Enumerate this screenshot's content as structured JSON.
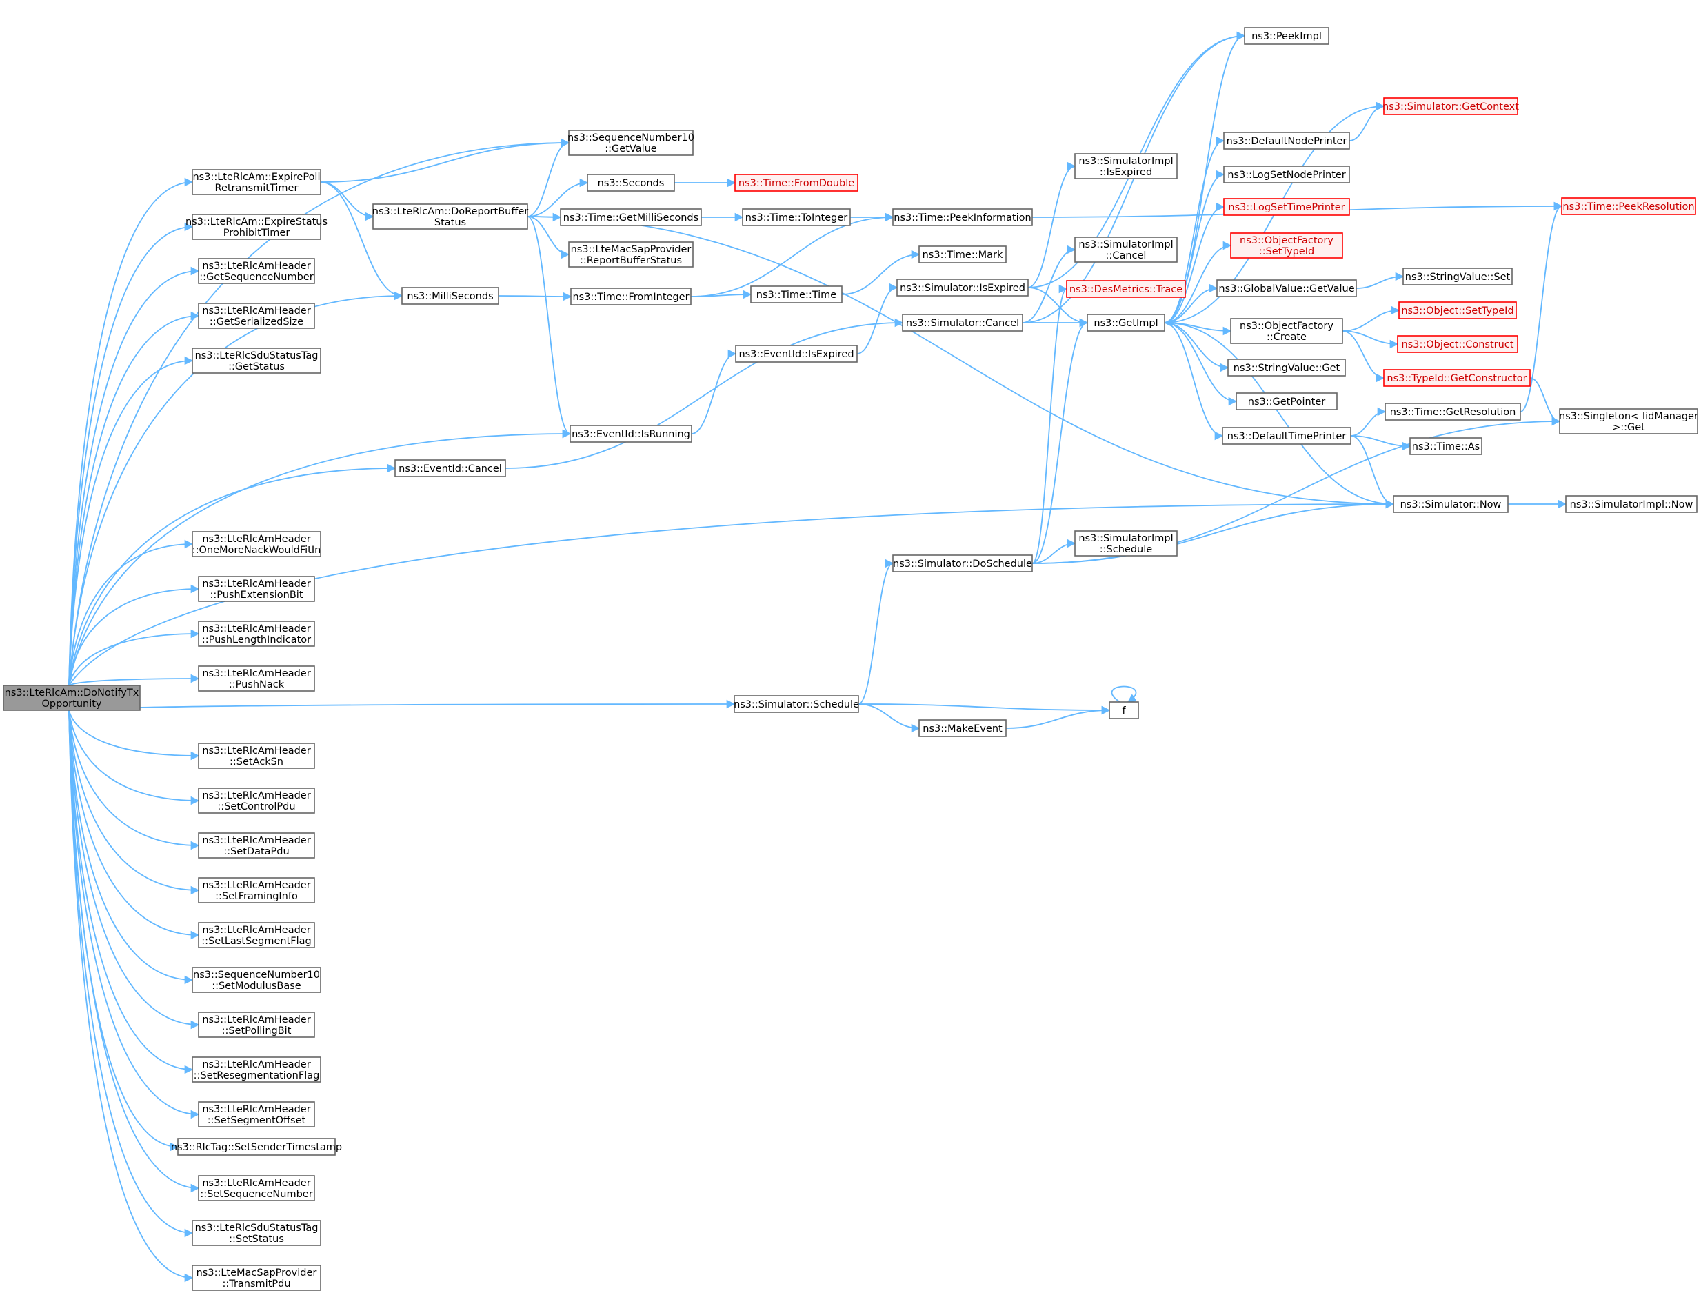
{
  "graph": {
    "edge_color": "#63b8ff",
    "node_border_color": "#666666",
    "highlight_border_color": "#ff0000",
    "root_fill_color": "#999999",
    "nodes": [
      {
        "id": "root",
        "lines": [
          "ns3::LteRlcAm::DoNotifyTx",
          "Opportunity"
        ],
        "style": "root"
      },
      {
        "id": "expirePoll",
        "lines": [
          "ns3::LteRlcAm::ExpirePoll",
          "RetransmitTimer"
        ]
      },
      {
        "id": "expireStatus",
        "lines": [
          "ns3::LteRlcAm::ExpireStatus",
          "ProhibitTimer"
        ]
      },
      {
        "id": "getSeqNum",
        "lines": [
          "ns3::LteRlcAmHeader",
          "::GetSequenceNumber"
        ]
      },
      {
        "id": "getSerSize",
        "lines": [
          "ns3::LteRlcAmHeader",
          "::GetSerializedSize"
        ]
      },
      {
        "id": "sduGetStatus",
        "lines": [
          "ns3::LteRlcSduStatusTag",
          "::GetStatus"
        ]
      },
      {
        "id": "oneMore",
        "lines": [
          "ns3::LteRlcAmHeader",
          "::OneMoreNackWouldFitIn"
        ]
      },
      {
        "id": "pushExt",
        "lines": [
          "ns3::LteRlcAmHeader",
          "::PushExtensionBit"
        ]
      },
      {
        "id": "pushLen",
        "lines": [
          "ns3::LteRlcAmHeader",
          "::PushLengthIndicator"
        ]
      },
      {
        "id": "pushNack",
        "lines": [
          "ns3::LteRlcAmHeader",
          "::PushNack"
        ]
      },
      {
        "id": "setAckSn",
        "lines": [
          "ns3::LteRlcAmHeader",
          "::SetAckSn"
        ]
      },
      {
        "id": "setCtrl",
        "lines": [
          "ns3::LteRlcAmHeader",
          "::SetControlPdu"
        ]
      },
      {
        "id": "setData",
        "lines": [
          "ns3::LteRlcAmHeader",
          "::SetDataPdu"
        ]
      },
      {
        "id": "setFraming",
        "lines": [
          "ns3::LteRlcAmHeader",
          "::SetFramingInfo"
        ]
      },
      {
        "id": "setLastSeg",
        "lines": [
          "ns3::LteRlcAmHeader",
          "::SetLastSegmentFlag"
        ]
      },
      {
        "id": "setModulus",
        "lines": [
          "ns3::SequenceNumber10",
          "::SetModulusBase"
        ]
      },
      {
        "id": "setPolling",
        "lines": [
          "ns3::LteRlcAmHeader",
          "::SetPollingBit"
        ]
      },
      {
        "id": "setReseg",
        "lines": [
          "ns3::LteRlcAmHeader",
          "::SetResegmentationFlag"
        ]
      },
      {
        "id": "setSegOff",
        "lines": [
          "ns3::LteRlcAmHeader",
          "::SetSegmentOffset"
        ]
      },
      {
        "id": "setSender",
        "lines": [
          "ns3::RlcTag::SetSenderTimestamp"
        ]
      },
      {
        "id": "setSeqNum",
        "lines": [
          "ns3::LteRlcAmHeader",
          "::SetSequenceNumber"
        ]
      },
      {
        "id": "sduSetStatus",
        "lines": [
          "ns3::LteRlcSduStatusTag",
          "::SetStatus"
        ]
      },
      {
        "id": "transmitPdu",
        "lines": [
          "ns3::LteMacSapProvider",
          "::TransmitPdu"
        ]
      },
      {
        "id": "doReport",
        "lines": [
          "ns3::LteRlcAm::DoReportBuffer",
          "Status"
        ]
      },
      {
        "id": "milli",
        "lines": [
          "ns3::MilliSeconds"
        ]
      },
      {
        "id": "eventCancel",
        "lines": [
          "ns3::EventId::Cancel"
        ]
      },
      {
        "id": "seqGetValue",
        "lines": [
          "ns3::SequenceNumber10",
          "::GetValue"
        ]
      },
      {
        "id": "seconds",
        "lines": [
          "ns3::Seconds"
        ]
      },
      {
        "id": "getMilli",
        "lines": [
          "ns3::Time::GetMilliSeconds"
        ]
      },
      {
        "id": "reportBuf",
        "lines": [
          "ns3::LteMacSapProvider",
          "::ReportBufferStatus"
        ]
      },
      {
        "id": "fromInteger",
        "lines": [
          "ns3::Time::FromInteger"
        ]
      },
      {
        "id": "isRunning",
        "lines": [
          "ns3::EventId::IsRunning"
        ]
      },
      {
        "id": "schedule",
        "lines": [
          "ns3::Simulator::Schedule"
        ]
      },
      {
        "id": "fromDouble",
        "lines": [
          "ns3::Time::FromDouble"
        ],
        "style": "red"
      },
      {
        "id": "toInteger",
        "lines": [
          "ns3::Time::ToInteger"
        ]
      },
      {
        "id": "timeTime",
        "lines": [
          "ns3::Time::Time"
        ]
      },
      {
        "id": "eventIsExpired",
        "lines": [
          "ns3::EventId::IsExpired"
        ]
      },
      {
        "id": "makeEvent",
        "lines": [
          "ns3::MakeEvent"
        ]
      },
      {
        "id": "peekInfo",
        "lines": [
          "ns3::Time::PeekInformation"
        ]
      },
      {
        "id": "timeMark",
        "lines": [
          "ns3::Time::Mark"
        ]
      },
      {
        "id": "simIsExpired",
        "lines": [
          "ns3::Simulator::IsExpired"
        ]
      },
      {
        "id": "simCancel",
        "lines": [
          "ns3::Simulator::Cancel"
        ]
      },
      {
        "id": "doSchedule",
        "lines": [
          "ns3::Simulator::DoSchedule"
        ]
      },
      {
        "id": "implIsExpired",
        "lines": [
          "ns3::SimulatorImpl",
          "::IsExpired"
        ]
      },
      {
        "id": "implCancel",
        "lines": [
          "ns3::SimulatorImpl",
          "::Cancel"
        ]
      },
      {
        "id": "desTrace",
        "lines": [
          "ns3::DesMetrics::Trace"
        ],
        "style": "red"
      },
      {
        "id": "getImpl",
        "lines": [
          "ns3::GetImpl"
        ]
      },
      {
        "id": "implSchedule",
        "lines": [
          "ns3::SimulatorImpl",
          "::Schedule"
        ]
      },
      {
        "id": "f",
        "lines": [
          "f"
        ]
      },
      {
        "id": "peekImpl",
        "lines": [
          "ns3::PeekImpl"
        ]
      },
      {
        "id": "defNodePrinter",
        "lines": [
          "ns3::DefaultNodePrinter"
        ]
      },
      {
        "id": "logSetNode",
        "lines": [
          "ns3::LogSetNodePrinter"
        ]
      },
      {
        "id": "logSetTime",
        "lines": [
          "ns3::LogSetTimePrinter"
        ],
        "style": "red"
      },
      {
        "id": "ofSetTypeId",
        "lines": [
          "ns3::ObjectFactory",
          "::SetTypeId"
        ],
        "style": "red"
      },
      {
        "id": "gvGetValue",
        "lines": [
          "ns3::GlobalValue::GetValue"
        ]
      },
      {
        "id": "ofCreate",
        "lines": [
          "ns3::ObjectFactory",
          "::Create"
        ]
      },
      {
        "id": "svGet",
        "lines": [
          "ns3::StringValue::Get"
        ]
      },
      {
        "id": "getPointer",
        "lines": [
          "ns3::GetPointer"
        ]
      },
      {
        "id": "defTimePrinter",
        "lines": [
          "ns3::DefaultTimePrinter"
        ]
      },
      {
        "id": "simNow",
        "lines": [
          "ns3::Simulator::Now"
        ]
      },
      {
        "id": "simGetContext",
        "lines": [
          "ns3::Simulator::GetContext"
        ],
        "style": "red"
      },
      {
        "id": "svSet",
        "lines": [
          "ns3::StringValue::Set"
        ]
      },
      {
        "id": "objSetTypeId",
        "lines": [
          "ns3::Object::SetTypeId"
        ],
        "style": "red"
      },
      {
        "id": "objConstruct",
        "lines": [
          "ns3::Object::Construct"
        ],
        "style": "red"
      },
      {
        "id": "getCtor",
        "lines": [
          "ns3::TypeId::GetConstructor"
        ],
        "style": "red"
      },
      {
        "id": "getRes",
        "lines": [
          "ns3::Time::GetResolution"
        ]
      },
      {
        "id": "timeAs",
        "lines": [
          "ns3::Time::As"
        ]
      },
      {
        "id": "peekRes",
        "lines": [
          "ns3::Time::PeekResolution"
        ],
        "style": "red"
      },
      {
        "id": "singleton",
        "lines": [
          "ns3::Singleton< IidManager",
          ">::Get"
        ]
      },
      {
        "id": "implNow",
        "lines": [
          "ns3::SimulatorImpl::Now"
        ]
      }
    ],
    "edges": [
      [
        "root",
        "expirePoll"
      ],
      [
        "root",
        "expireStatus"
      ],
      [
        "root",
        "getSeqNum"
      ],
      [
        "root",
        "getSerSize"
      ],
      [
        "root",
        "sduGetStatus"
      ],
      [
        "root",
        "oneMore"
      ],
      [
        "root",
        "pushExt"
      ],
      [
        "root",
        "pushLen"
      ],
      [
        "root",
        "pushNack"
      ],
      [
        "root",
        "setAckSn"
      ],
      [
        "root",
        "setCtrl"
      ],
      [
        "root",
        "setData"
      ],
      [
        "root",
        "setFraming"
      ],
      [
        "root",
        "setLastSeg"
      ],
      [
        "root",
        "setModulus"
      ],
      [
        "root",
        "setPolling"
      ],
      [
        "root",
        "setReseg"
      ],
      [
        "root",
        "setSegOff"
      ],
      [
        "root",
        "setSender"
      ],
      [
        "root",
        "setSeqNum"
      ],
      [
        "root",
        "sduSetStatus"
      ],
      [
        "root",
        "transmitPdu"
      ],
      [
        "root",
        "seqGetValue"
      ],
      [
        "root",
        "milli"
      ],
      [
        "root",
        "isRunning"
      ],
      [
        "root",
        "eventCancel"
      ],
      [
        "root",
        "simNow"
      ],
      [
        "root",
        "schedule"
      ],
      [
        "expirePoll",
        "seqGetValue"
      ],
      [
        "expirePoll",
        "doReport"
      ],
      [
        "expirePoll",
        "milli"
      ],
      [
        "doReport",
        "seqGetValue"
      ],
      [
        "doReport",
        "seconds"
      ],
      [
        "doReport",
        "getMilli"
      ],
      [
        "doReport",
        "reportBuf"
      ],
      [
        "doReport",
        "isRunning"
      ],
      [
        "doReport",
        "simNow"
      ],
      [
        "milli",
        "fromInteger"
      ],
      [
        "eventCancel",
        "simCancel"
      ],
      [
        "seconds",
        "fromDouble"
      ],
      [
        "getMilli",
        "toInteger"
      ],
      [
        "toInteger",
        "peekInfo"
      ],
      [
        "fromInteger",
        "peekInfo"
      ],
      [
        "fromInteger",
        "timeTime"
      ],
      [
        "timeTime",
        "timeMark"
      ],
      [
        "isRunning",
        "eventIsExpired"
      ],
      [
        "eventIsExpired",
        "simIsExpired"
      ],
      [
        "schedule",
        "doSchedule"
      ],
      [
        "schedule",
        "makeEvent"
      ],
      [
        "schedule",
        "f"
      ],
      [
        "makeEvent",
        "f"
      ],
      [
        "f",
        "f"
      ],
      [
        "peekInfo",
        "peekRes"
      ],
      [
        "simIsExpired",
        "implIsExpired"
      ],
      [
        "simIsExpired",
        "getImpl"
      ],
      [
        "simIsExpired",
        "peekImpl"
      ],
      [
        "simCancel",
        "implCancel"
      ],
      [
        "simCancel",
        "getImpl"
      ],
      [
        "simCancel",
        "peekImpl"
      ],
      [
        "doSchedule",
        "implSchedule"
      ],
      [
        "doSchedule",
        "getImpl"
      ],
      [
        "doSchedule",
        "desTrace"
      ],
      [
        "doSchedule",
        "simNow"
      ],
      [
        "doSchedule",
        "singleton"
      ],
      [
        "getImpl",
        "peekImpl"
      ],
      [
        "getImpl",
        "simGetContext"
      ],
      [
        "getImpl",
        "defNodePrinter"
      ],
      [
        "getImpl",
        "logSetNode"
      ],
      [
        "getImpl",
        "logSetTime"
      ],
      [
        "getImpl",
        "ofSetTypeId"
      ],
      [
        "getImpl",
        "gvGetValue"
      ],
      [
        "getImpl",
        "ofCreate"
      ],
      [
        "getImpl",
        "svGet"
      ],
      [
        "getImpl",
        "getPointer"
      ],
      [
        "getImpl",
        "defTimePrinter"
      ],
      [
        "defNodePrinter",
        "simGetContext"
      ],
      [
        "gvGetValue",
        "svSet"
      ],
      [
        "ofCreate",
        "objSetTypeId"
      ],
      [
        "ofCreate",
        "objConstruct"
      ],
      [
        "ofCreate",
        "getCtor"
      ],
      [
        "getCtor",
        "singleton"
      ],
      [
        "defTimePrinter",
        "getRes"
      ],
      [
        "defTimePrinter",
        "timeAs"
      ],
      [
        "defTimePrinter",
        "simNow"
      ],
      [
        "getRes",
        "peekRes"
      ],
      [
        "simNow",
        "implNow"
      ],
      [
        "simNow",
        "getImpl"
      ]
    ]
  }
}
